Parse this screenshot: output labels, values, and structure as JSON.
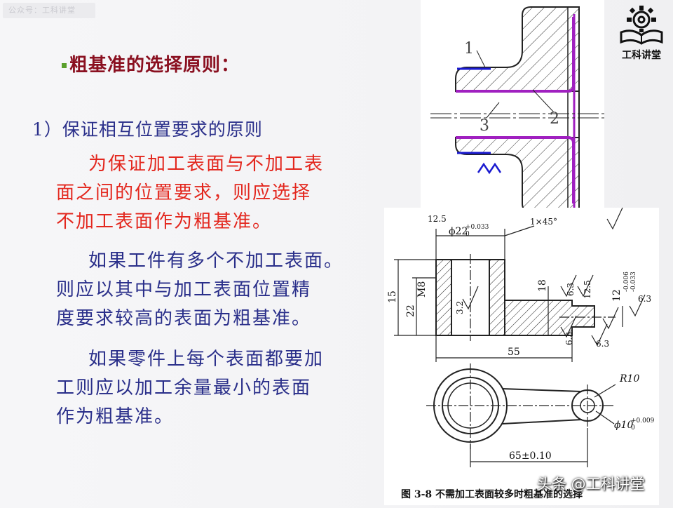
{
  "watermark": "公众号：工科讲堂",
  "logo": {
    "text": "工科讲堂",
    "icon": "gear-book-icon"
  },
  "title": "粗基准的选择原则：",
  "point_heading": "1）保证相互位置要求的原则",
  "paragraphs": [
    {
      "lines": [
        "为保证加工表面与不加工表",
        "面之间的位置要求，则应选择",
        "不加工表面作为粗基准。"
      ]
    },
    {
      "lines": [
        "如果工件有多个不加工表面。",
        "则应以其中与加工表面位置精",
        "度要求较高的表面为粗基准。"
      ]
    },
    {
      "lines": [
        "如果零件上每个表面都要加",
        "工则应以加工余量最小的表面",
        "作为粗基准。"
      ]
    }
  ],
  "figure_top": {
    "labels": [
      "1",
      "2",
      "3"
    ]
  },
  "figure_bottom": {
    "dims": {
      "bore": "ϕ22",
      "bore_tol_upper": "+0.033",
      "bore_tol_lower": "0",
      "chamfer": "1×45°",
      "thread": "M8",
      "h15": "15",
      "h22": "22",
      "h18": "18",
      "h12": "12",
      "h12_tol_upper": "-0.006",
      "h12_tol_lower": "-0.033",
      "len55": "55",
      "r10": "R10",
      "hole10": "ϕ10",
      "hole10_tol_upper": "+0.009",
      "hole10_tol_lower": "0",
      "center": "65±0.10"
    },
    "roughness": [
      "3.2",
      "6.3",
      "12.5",
      "6.3",
      "6.3",
      "6.3",
      "12.5"
    ]
  },
  "caption": "图 3-8   不需加工表面较多时粗基准的选择",
  "credit": "头条 @工科讲堂",
  "colors": {
    "title": "#8a1020",
    "red_text": "#e3271e",
    "blue_text": "#2a2f8a",
    "bullet": "#5aa02c",
    "magenta_line": "#a020c0",
    "blue_line": "#1a1ad0"
  }
}
